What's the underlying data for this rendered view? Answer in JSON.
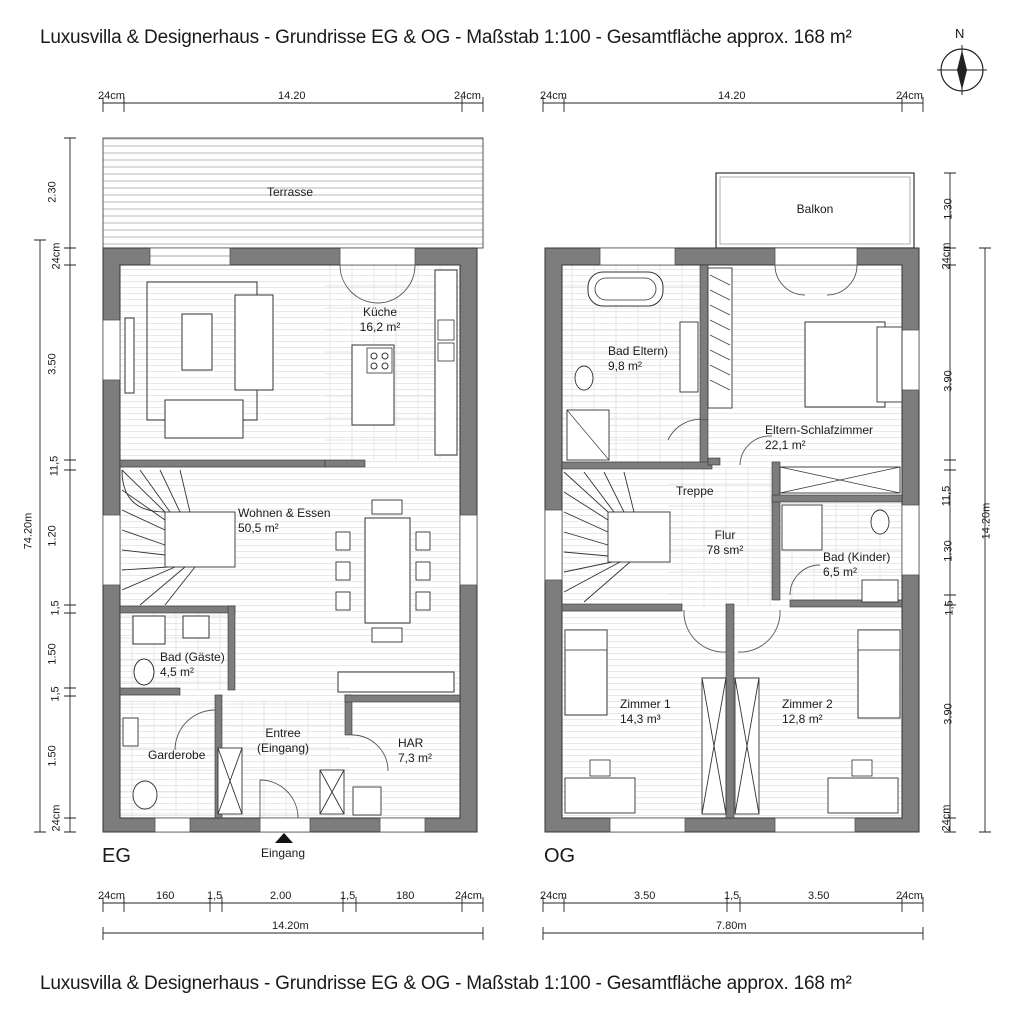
{
  "title_top": "Luxusvilla & Designerhaus - Grundrisse EG & OG - Maßstab 1:100 - Gesamtfläche approx. 168 m²",
  "title_bottom": "Luxusvilla & Designerhaus - Grundrisse EG & OG - Maßstab 1:100 - Gesamtfläche approx. 168 m²",
  "compass": {
    "label": "N",
    "icon": "north-arrow-icon"
  },
  "eg": {
    "floor_label": "EG",
    "rooms": {
      "terrasse": "Terrasse",
      "kueche": "Küche\n16,2 m²",
      "wohnen": "Wohnen & Essen\n50,5 m²",
      "bad_gaeste": "Bad (Gäste)\n4,5 m²",
      "garderobe": "Garderobe",
      "entree": "Entree\n(Eingang)",
      "har": "HAR\n7,3 m²",
      "eingang": "Eingang"
    },
    "dims_top": {
      "left": "24cm",
      "mid": "14.20",
      "right": "24cm"
    },
    "dims_bottom": {
      "a": "24cm",
      "b": "160",
      "c": "1,5",
      "d": "2.00",
      "e": "1,5",
      "f": "180",
      "g": "24cm",
      "total": "14.20m"
    },
    "dims_left": {
      "terrasse": "2.30",
      "wall_top": "24cm",
      "r1": "3.50",
      "r2": "11,5",
      "r3": "1.20",
      "r4": "1,5",
      "r5": "1.50",
      "r6": "1,5",
      "r7": "1.50",
      "wall_bottom": "24cm",
      "total": "74.20m"
    }
  },
  "og": {
    "floor_label": "OG",
    "rooms": {
      "balkon": "Balkon",
      "bad_eltern": "Bad Eltern)\n9,8 m²",
      "eltern": "Eltern-Schlafzimmer\n22,1 m²",
      "treppe": "Treppe",
      "flur": "Flur\n78 sm²",
      "bad_kinder": "Bad (Kinder)\n6,5 m²",
      "zimmer1": "Zimmer 1\n14,3 m³",
      "zimmer2": "Zimmer 2\n12,8 m²"
    },
    "dims_top": {
      "left": "24cm",
      "mid": "14.20",
      "right": "24cm"
    },
    "dims_bottom": {
      "a": "24cm",
      "b": "3.50",
      "c": "1,5",
      "d": "3.50",
      "e": "24cm",
      "total": "7.80m"
    },
    "dims_right": {
      "balkon": "1.30",
      "wall_top": "24cm",
      "r1": "3.90",
      "r2": "11,5",
      "r3": "1.30",
      "r4": "1,5",
      "r5": "3.90",
      "wall_bottom": "24cm",
      "total": "14.20m"
    }
  }
}
